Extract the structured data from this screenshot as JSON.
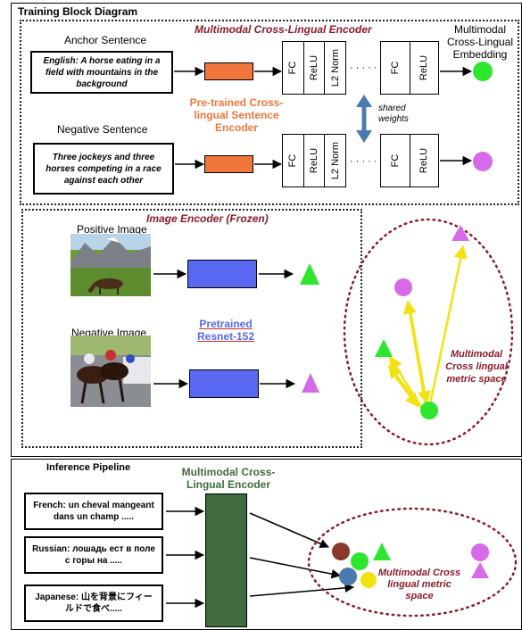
{
  "training": {
    "title": "Training Block Diagram",
    "encoder_title": "Multimodal Cross-Lingual Encoder",
    "anchor_label": "Anchor Sentence",
    "anchor_text": "English: A horse eating in a field with mountains in the background",
    "negative_label": "Negative Sentence",
    "negative_text": "Three jockeys and three horses competing in a race against each other",
    "sentence_encoder_label": "Pre-trained Cross-lingual Sentence Encoder",
    "layers_full": [
      "FC",
      "ReLU",
      "L2 Norm"
    ],
    "layers_short": [
      "FC",
      "ReLU"
    ],
    "ellipsis": "· · · · · ·",
    "shared_weights": "shared weights",
    "embedding_label": "Multimodal Cross-Lingual Embedding",
    "image_encoder_title": "Image Encoder (Frozen)",
    "positive_image_label": "Positive Image",
    "negative_image_label": "Negative Image",
    "resnet_label": "Pretrained Resnet-152",
    "metric_space_label": "Multimodal Cross lingual metric space"
  },
  "inference": {
    "title": "Inference Pipeline",
    "encoder_label": "Multimodal Cross-Lingual Encoder",
    "inputs": [
      "French: un cheval mangeant dans un champ .....",
      "Russian: лошадь ест в поле с горы на .....",
      "Japanese: 山を背景にフィールドで食べ....."
    ],
    "metric_space_label": "Multimodal Cross lingual metric space"
  },
  "colors": {
    "orange": "#f0763c",
    "blue": "#5968f0",
    "green": "#2ee62e",
    "purple": "#d66ae8",
    "yellow": "#f2e20f",
    "maroon": "#8a1c2a",
    "brown": "#8b3a2a",
    "steel": "#4a7ab0",
    "encoder_green": "#3f6b3f"
  }
}
